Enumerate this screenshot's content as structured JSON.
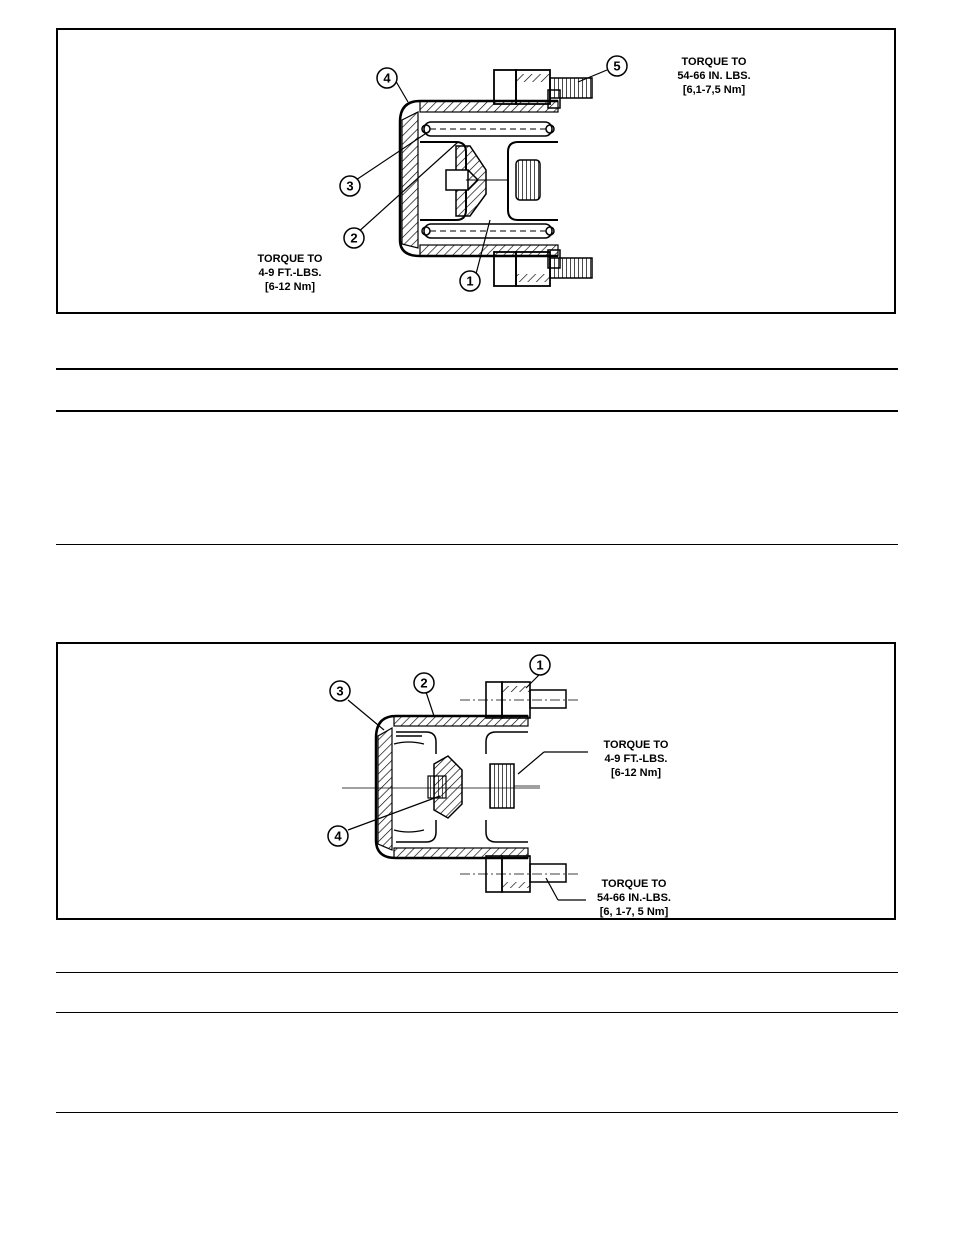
{
  "figure1": {
    "callouts": [
      "1",
      "2",
      "3",
      "4",
      "5"
    ],
    "torque_bolts": {
      "line1": "TORQUE TO",
      "line2": "54-66 IN. LBS.",
      "line3": "[6,1-7,5 Nm]"
    },
    "torque_center": {
      "line1": "TORQUE TO",
      "line2": "4-9 FT.-LBS.",
      "line3": "[6-12 Nm]"
    }
  },
  "figure2": {
    "callouts": [
      "1",
      "2",
      "3",
      "4"
    ],
    "torque_center": {
      "line1": "TORQUE TO",
      "line2": "4-9 FT.-LBS.",
      "line3": "[6-12 Nm]"
    },
    "torque_bolts": {
      "line1": "TORQUE TO",
      "line2": "54-66 IN.-LBS.",
      "line3": "[6, 1-7, 5 Nm]"
    }
  }
}
